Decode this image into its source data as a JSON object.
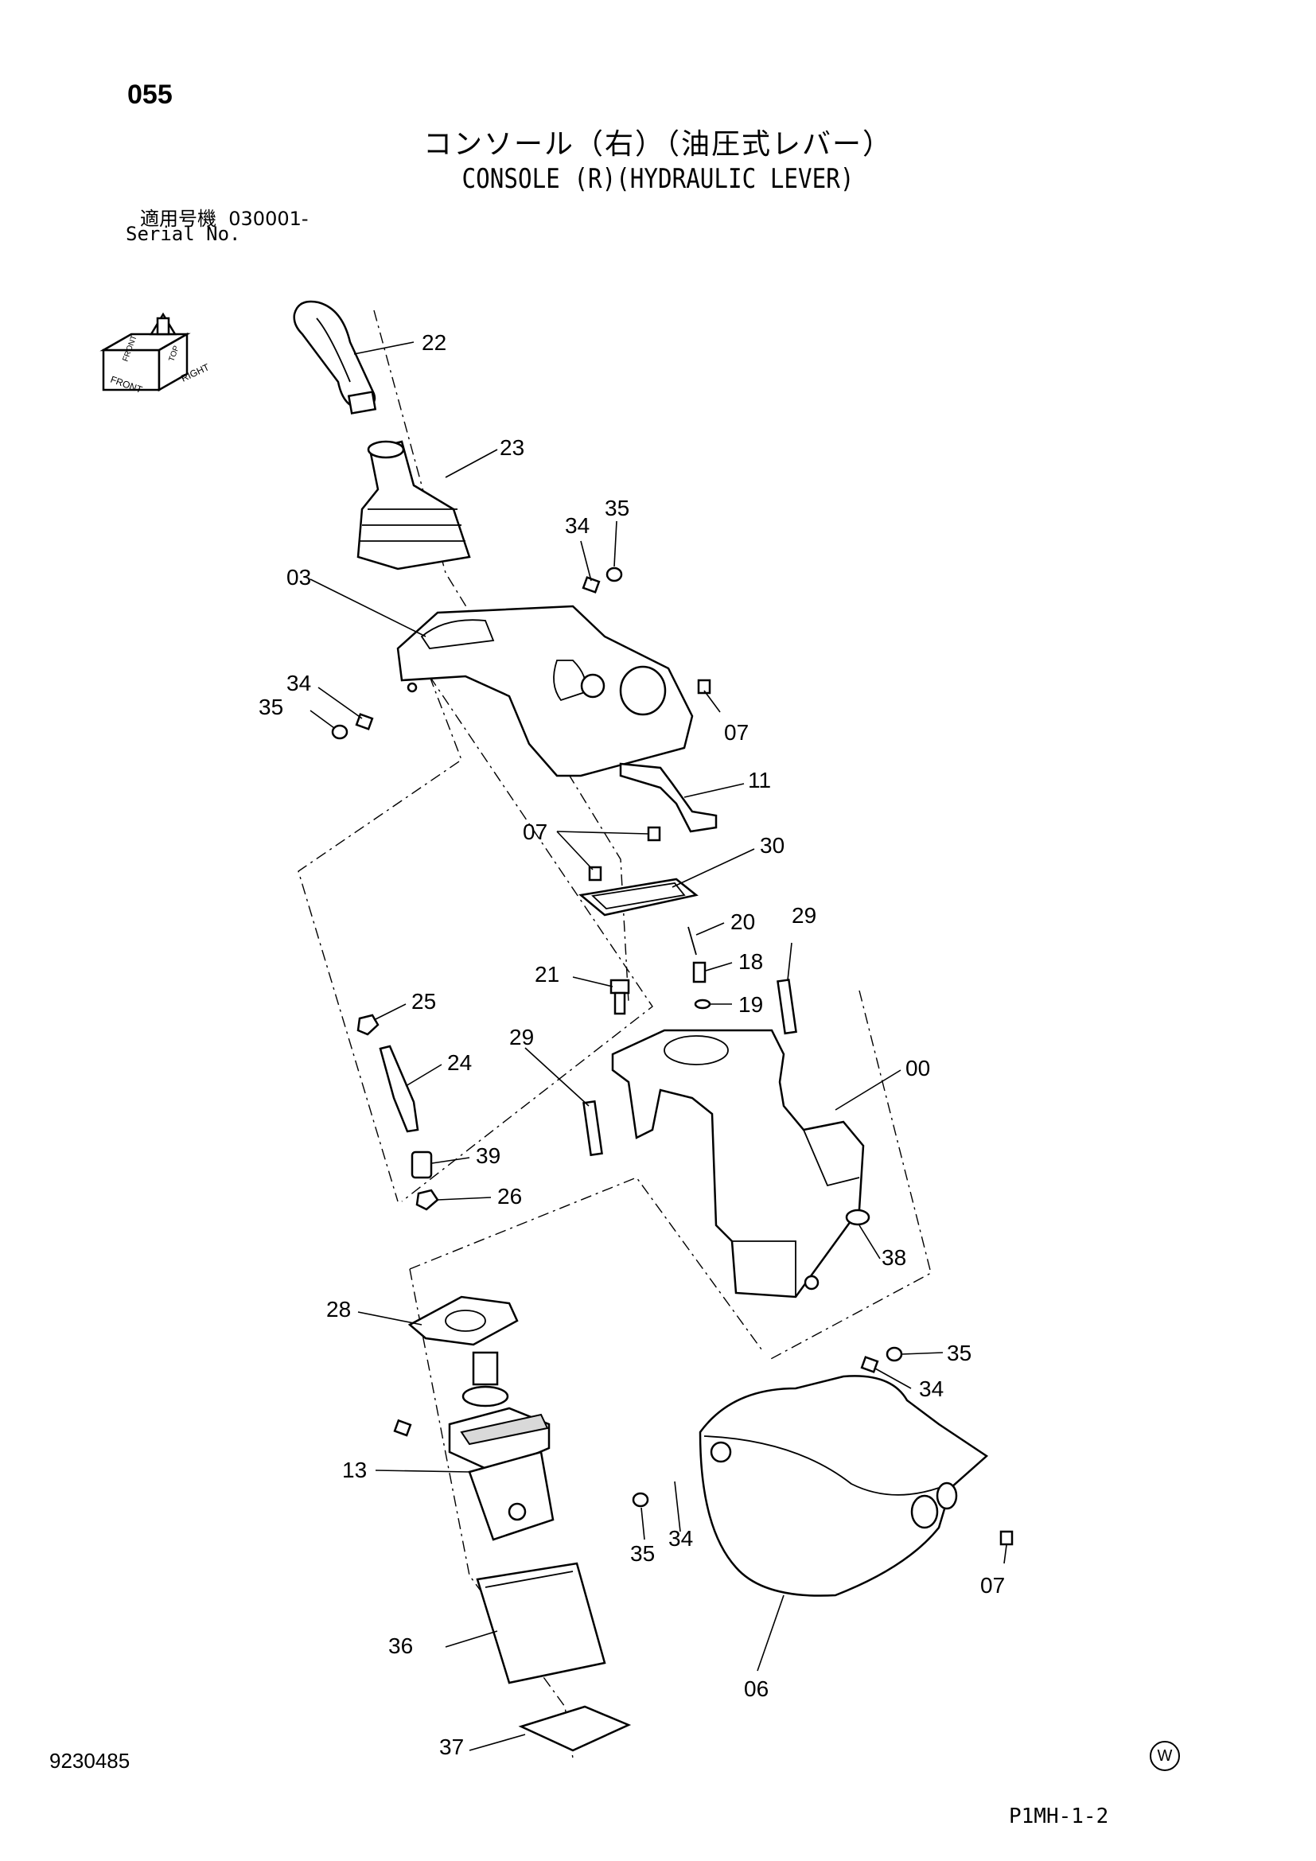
{
  "page_number": "055",
  "title_jp": "コンソール（右）（油圧式レバー）",
  "title_en": "CONSOLE (R)(HYDRAULIC LEVER)",
  "serial": {
    "label_jp": "適用号機",
    "label_en": "Serial No.",
    "value": "030001-"
  },
  "orientation_icon": {
    "labels": [
      "FRONT",
      "RIGHT",
      "TOP",
      "FRONT"
    ]
  },
  "callouts": [
    "22",
    "23",
    "34",
    "35",
    "03",
    "34",
    "35",
    "07",
    "11",
    "07",
    "30",
    "20",
    "29",
    "18",
    "21",
    "19",
    "25",
    "29",
    "00",
    "24",
    "39",
    "26",
    "38",
    "28",
    "35",
    "34",
    "13",
    "34",
    "35",
    "07",
    "36",
    "06",
    "37"
  ],
  "footer": {
    "doc_number": "9230485",
    "page_code": "P1MH-1-2",
    "mark": "W"
  }
}
